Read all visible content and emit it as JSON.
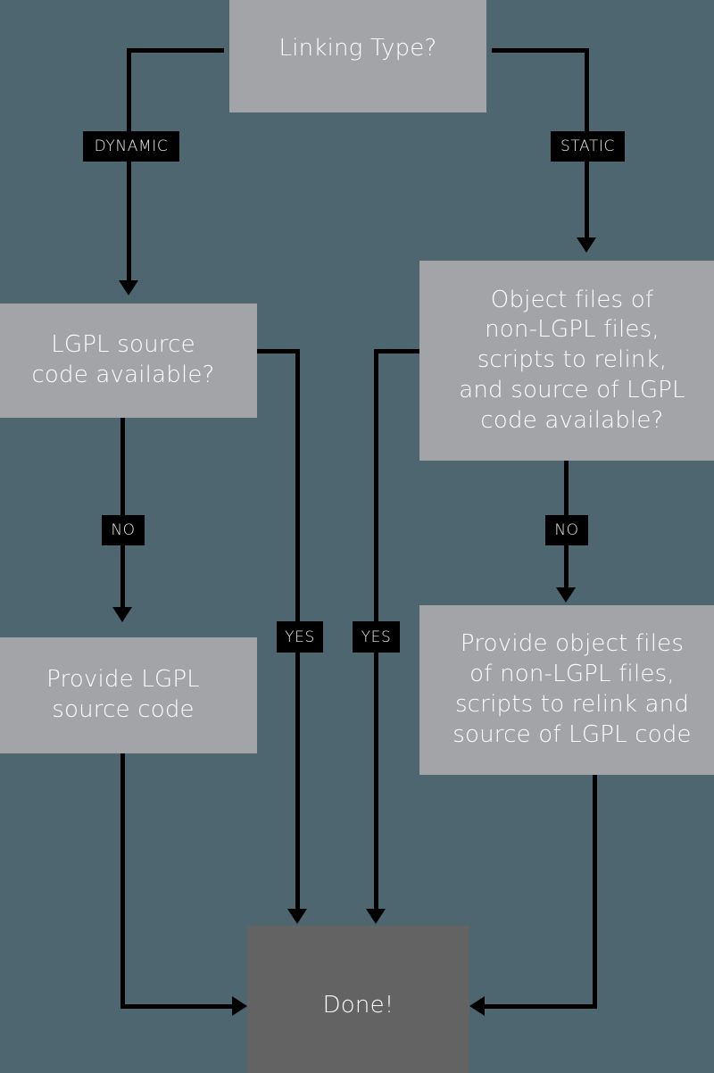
{
  "diagram": {
    "title": "LGPL linking compliance flowchart",
    "background_color": "#4d6670",
    "node_color": "#a2a4a8",
    "terminal_color": "#636363",
    "edge_color": "#000000",
    "label_text_color": "#e9e9e9"
  },
  "nodes": {
    "linking_type": "Linking Type?",
    "lgpl_source_available": "LGPL source\ncode available?",
    "object_files_available": "Object files of\nnon-LGPL files,\nscripts to relink,\nand source of LGPL\ncode available?",
    "provide_lgpl_source": "Provide LGPL\nsource code",
    "provide_object_files": "Provide object files\nof non-LGPL files,\nscripts to relink and\nsource of LGPL code",
    "done": "Done!"
  },
  "edge_labels": {
    "dynamic": "DYNAMIC",
    "static": "STATIC",
    "no_left": "NO",
    "no_right": "NO",
    "yes_left": "YES",
    "yes_right": "YES"
  }
}
